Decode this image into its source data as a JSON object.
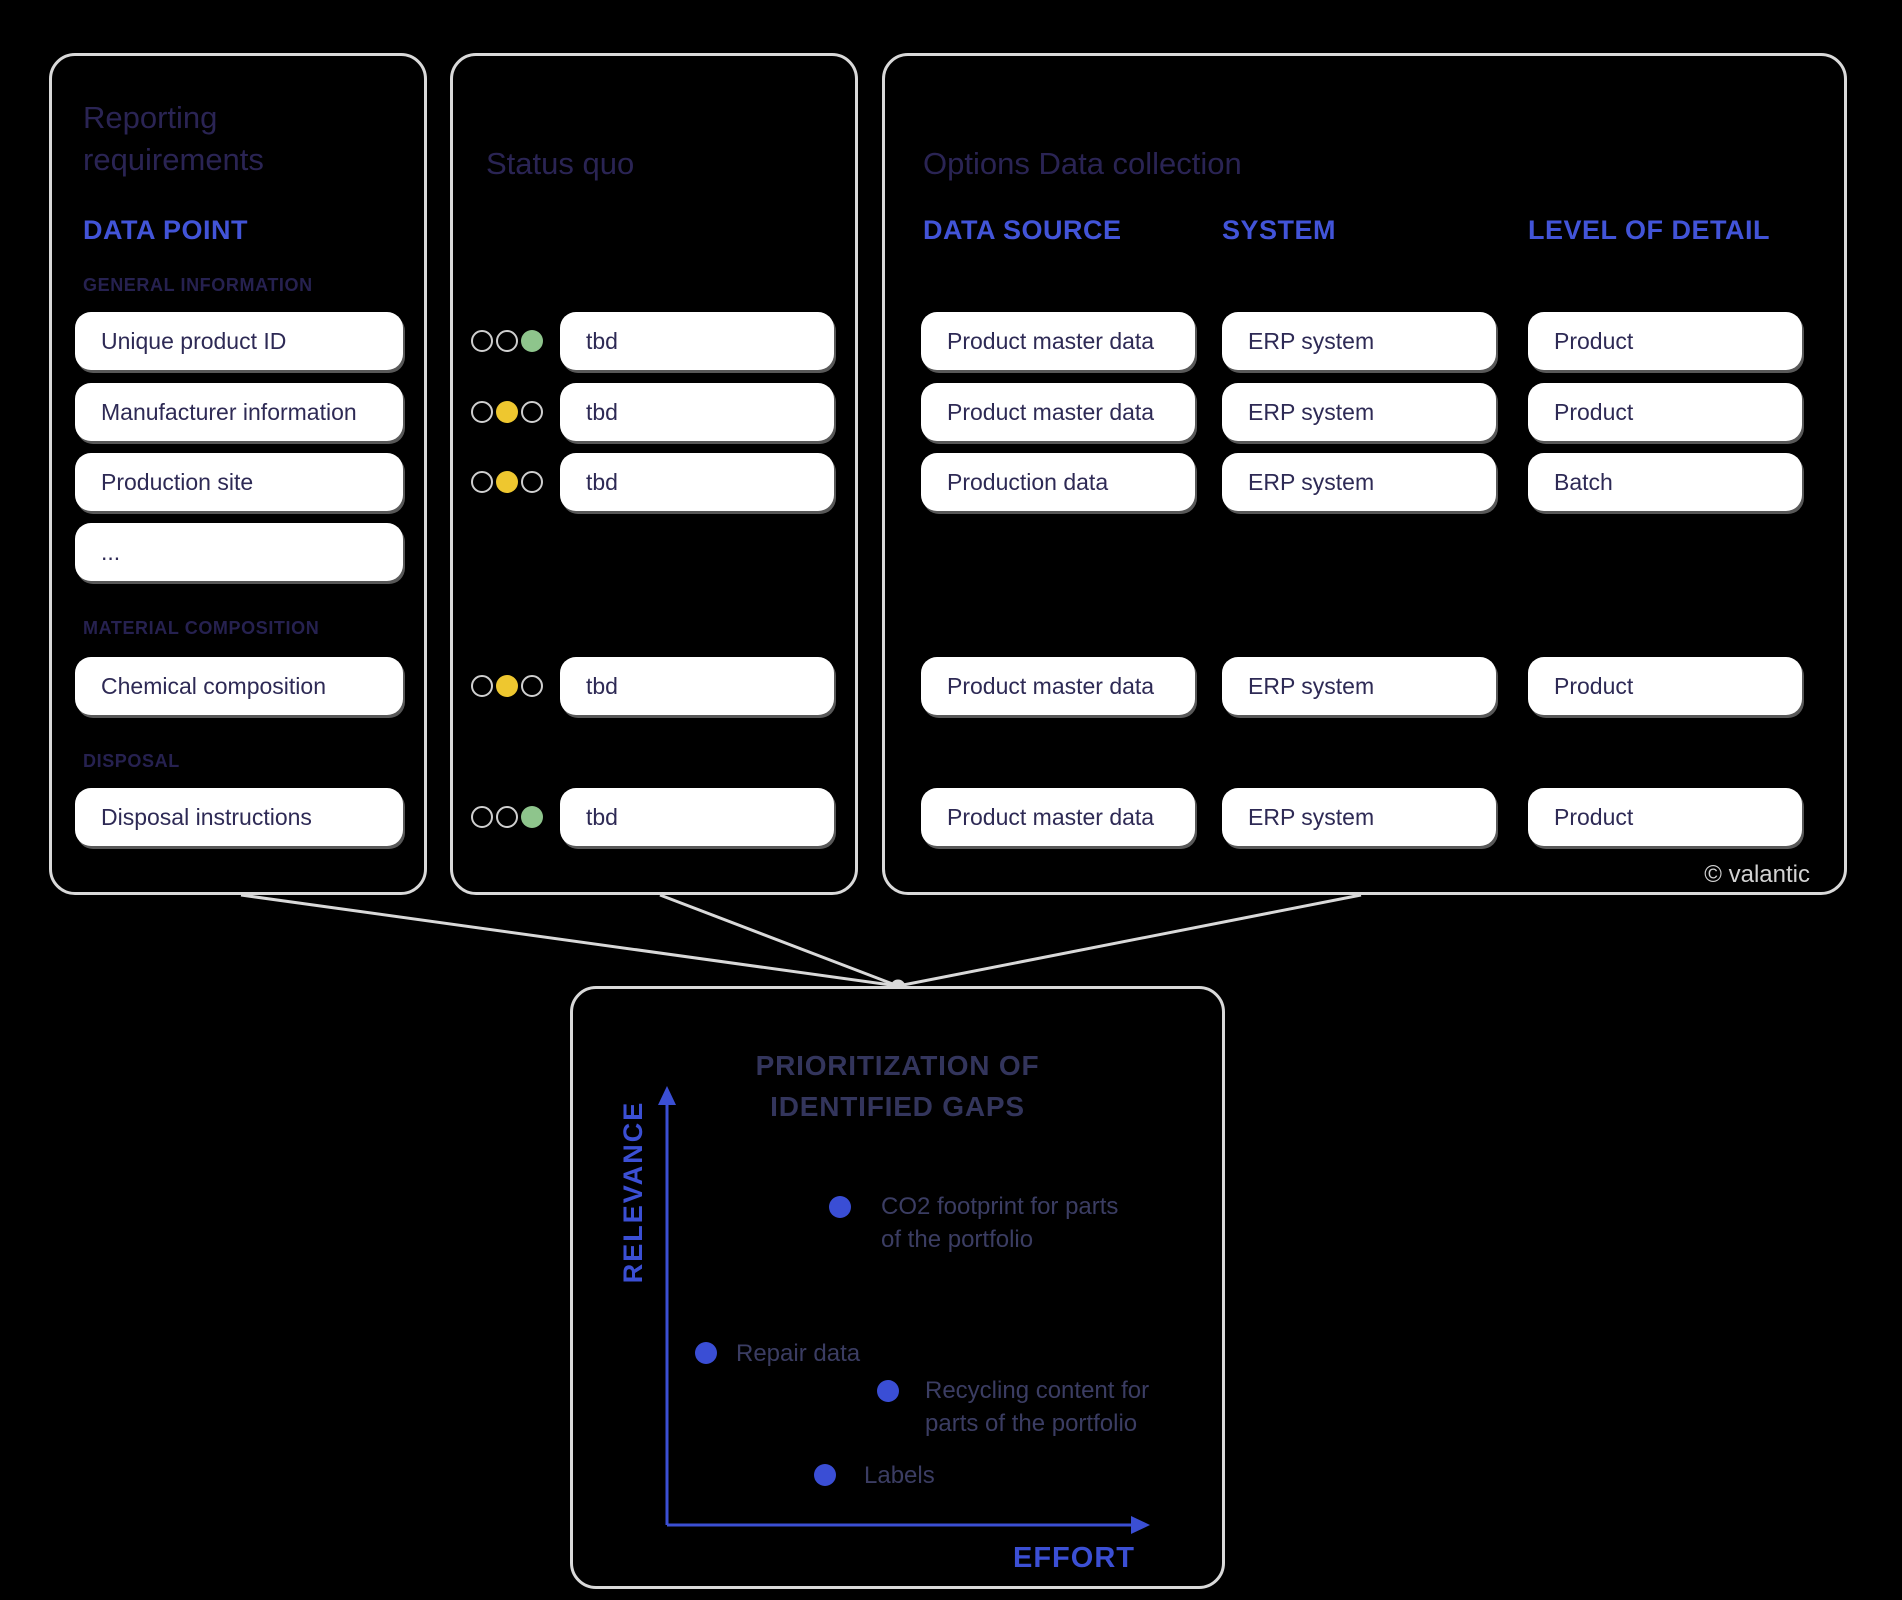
{
  "reporting": {
    "title": "Reporting requirements",
    "column_header": "DATA POINT",
    "sections": [
      {
        "label": "GENERAL INFORMATION",
        "items": [
          "Unique product ID",
          "Manufacturer information",
          "Production site",
          "..."
        ]
      },
      {
        "label": "MATERIAL COMPOSITION",
        "items": [
          "Chemical composition"
        ]
      },
      {
        "label": "DISPOSAL",
        "items": [
          "Disposal instructions"
        ]
      }
    ]
  },
  "status_quo": {
    "title": "Status quo",
    "rows": [
      {
        "lights": [
          "off",
          "off",
          "green"
        ],
        "value": "tbd"
      },
      {
        "lights": [
          "off",
          "yellow",
          "off"
        ],
        "value": "tbd"
      },
      {
        "lights": [
          "off",
          "yellow",
          "off"
        ],
        "value": "tbd"
      },
      {
        "lights": [
          "off",
          "yellow",
          "off"
        ],
        "value": "tbd"
      },
      {
        "lights": [
          "off",
          "off",
          "green"
        ],
        "value": "tbd"
      }
    ]
  },
  "options": {
    "title": "Options Data collection",
    "column_headers": [
      "DATA SOURCE",
      "SYSTEM",
      "LEVEL OF DETAIL"
    ],
    "rows": [
      [
        "Product master data",
        "ERP system",
        "Product"
      ],
      [
        "Product master data",
        "ERP system",
        "Product"
      ],
      [
        "Production data",
        "ERP system",
        "Batch"
      ],
      [
        "Product master data",
        "ERP system",
        "Product"
      ],
      [
        "Product master data",
        "ERP system",
        "Product"
      ]
    ],
    "credit": "© valantic"
  },
  "prioritization": {
    "title_lines": [
      "PRIORITIZATION OF",
      "IDENTIFIED GAPS"
    ],
    "x_axis_label": "EFFORT",
    "y_axis_label": "RELEVANCE"
  },
  "colors": {
    "background": "#000000",
    "panel_border": "#d9d9d9",
    "navy_text": "#2a2454",
    "blue_accent": "#4254d8",
    "box_text": "#2e2a55",
    "green_light": "#8ec58c",
    "yellow_light": "#eec72f",
    "dot_blue": "#3a4ed5",
    "credit_gray": "#d2d2d2"
  },
  "chart_data": {
    "type": "scatter",
    "title": "Prioritization of identified gaps",
    "xlabel": "EFFORT",
    "ylabel": "RELEVANCE",
    "axes_numeric": false,
    "legend": false,
    "points": [
      {
        "label": "CO2 footprint for parts of the portfolio",
        "label_lines": [
          "CO2 footprint for parts",
          "of the portfolio"
        ],
        "effort": 0.36,
        "relevance": 0.74
      },
      {
        "label": "Repair data",
        "label_lines": [
          "Repair data"
        ],
        "effort": 0.08,
        "relevance": 0.4
      },
      {
        "label": "Recycling content for parts of the portfolio",
        "label_lines": [
          "Recycling content for",
          "parts of the portfolio"
        ],
        "effort": 0.46,
        "relevance": 0.31
      },
      {
        "label": "Labels",
        "label_lines": [
          "Labels"
        ],
        "effort": 0.33,
        "relevance": 0.12
      }
    ]
  }
}
